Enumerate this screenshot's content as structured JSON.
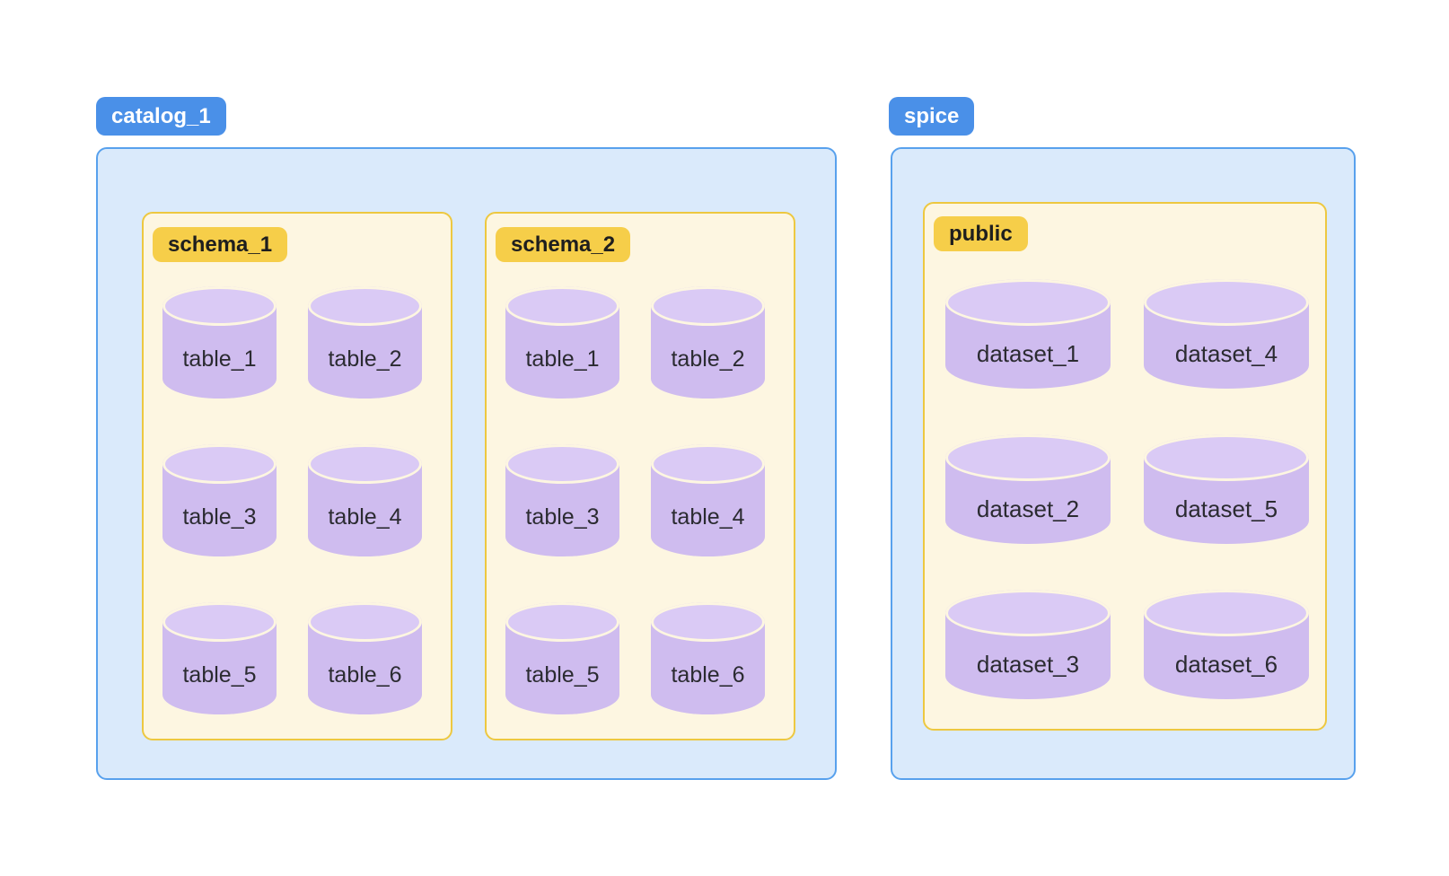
{
  "groups": [
    {
      "badge": "catalog_1",
      "containers": [
        {
          "badge": "schema_1",
          "items": [
            "table_1",
            "table_2",
            "table_3",
            "table_4",
            "table_5",
            "table_6"
          ]
        },
        {
          "badge": "schema_2",
          "items": [
            "table_1",
            "table_2",
            "table_3",
            "table_4",
            "table_5",
            "table_6"
          ]
        }
      ]
    },
    {
      "badge": "spice",
      "containers": [
        {
          "badge": "public",
          "items": [
            "dataset_1",
            "dataset_4",
            "dataset_2",
            "dataset_5",
            "dataset_3",
            "dataset_6"
          ]
        }
      ]
    }
  ],
  "colors": {
    "blue_badge": "#4a90e8",
    "blue_border": "#58a1ed",
    "blue_fill": "#daeafb",
    "yellow_badge": "#f6ce49",
    "yellow_border": "#edc840",
    "yellow_fill": "#fdf6e1",
    "purple_body": "#cfbcef",
    "purple_top": "#dacaf5",
    "rim": "#fdf6e1",
    "label_text": "#2b2b31",
    "badge_dark_text": "#1e1e1e",
    "badge_light_text": "#ffffff"
  }
}
